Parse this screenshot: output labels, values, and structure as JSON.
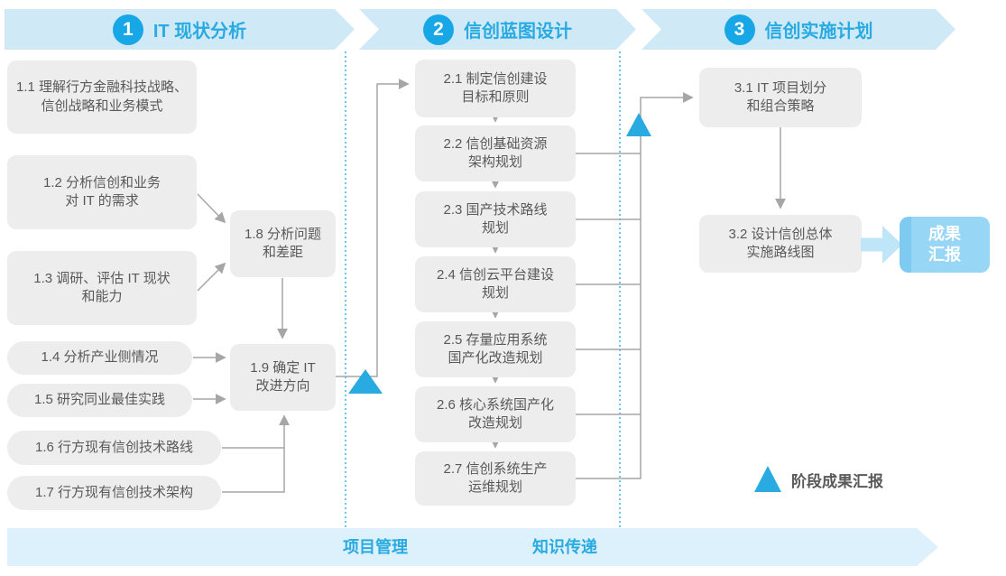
{
  "colors": {
    "accent_blue": "#29abe2",
    "phase_banner_bg": "#cfe9f7",
    "bottom_banner_bg": "#dcf1fb",
    "task_box_bg": "#ededed",
    "task_box_text": "#595959",
    "connector_gray": "#a6a6a6",
    "milestone_triangle": "#29abe2",
    "deliverable_box_bg": "#97d6f5"
  },
  "phases": [
    {
      "number": "1",
      "title": "IT 现状分析"
    },
    {
      "number": "2",
      "title": "信创蓝图设计"
    },
    {
      "number": "3",
      "title": "信创实施计划"
    }
  ],
  "boxes": {
    "b11": {
      "line1": "1.1 理解行方金融科技战略、",
      "line2": "信创战略和业务模式"
    },
    "b12": {
      "line1": "1.2 分析信创和业务",
      "line2": "对 IT 的需求"
    },
    "b13": {
      "line1": "1.3 调研、评估 IT 现状",
      "line2": "和能力"
    },
    "b14": {
      "line1": "1.4 分析产业侧情况"
    },
    "b15": {
      "line1": "1.5 研究同业最佳实践"
    },
    "b16": {
      "line1": "1.6 行方现有信创技术路线"
    },
    "b17": {
      "line1": "1.7 行方现有信创技术架构"
    },
    "b18": {
      "line1": "1.8 分析问题",
      "line2": "和差距"
    },
    "b19": {
      "line1": "1.9 确定 IT",
      "line2": "改进方向"
    },
    "b21": {
      "line1": "2.1 制定信创建设",
      "line2": "目标和原则"
    },
    "b22": {
      "line1": "2.2 信创基础资源",
      "line2": "架构规划"
    },
    "b23": {
      "line1": "2.3 国产技术路线",
      "line2": "规划"
    },
    "b24": {
      "line1": "2.4 信创云平台建设",
      "line2": "规划"
    },
    "b25": {
      "line1": "2.5 存量应用系统",
      "line2": "国产化改造规划"
    },
    "b26": {
      "line1": "2.6 核心系统国产化",
      "line2": "改造规划"
    },
    "b27": {
      "line1": "2.7 信创系统生产",
      "line2": "运维规划"
    },
    "b31": {
      "line1": "3.1 IT 项目划分",
      "line2": "和组合策略"
    },
    "b32": {
      "line1": "3.2 设计信创总体",
      "line2": "实施路线图"
    }
  },
  "result_box": {
    "line1": "成果",
    "line2": "汇报"
  },
  "legend": {
    "label": "阶段成果汇报"
  },
  "bottom_banner": {
    "left_label": "项目管理",
    "right_label": "知识传递"
  }
}
